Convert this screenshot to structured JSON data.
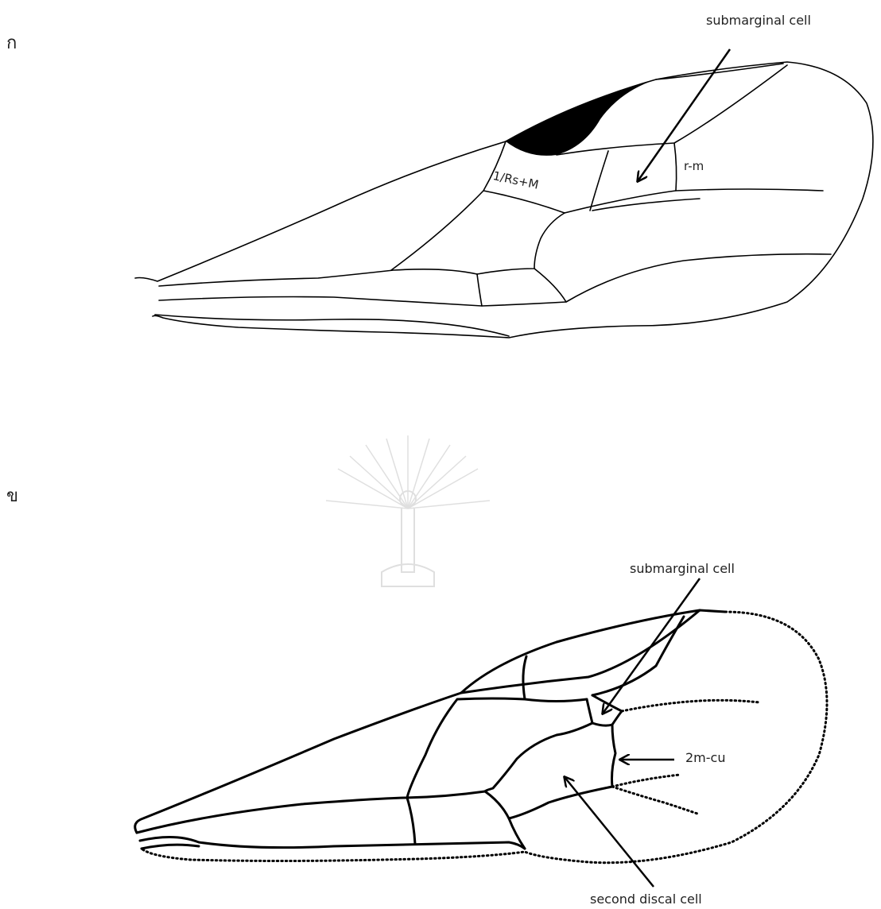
{
  "panels": [
    {
      "letter": "ก",
      "labels": {
        "submarginal": "submarginal cell",
        "rs_m": "1/Rs+M",
        "r_m": "r-m"
      }
    },
    {
      "letter": "ข",
      "labels": {
        "submarginal": "submarginal cell",
        "m_cu": "2m-cu",
        "discal": "second discal cell"
      }
    }
  ],
  "watermark": "university seal"
}
